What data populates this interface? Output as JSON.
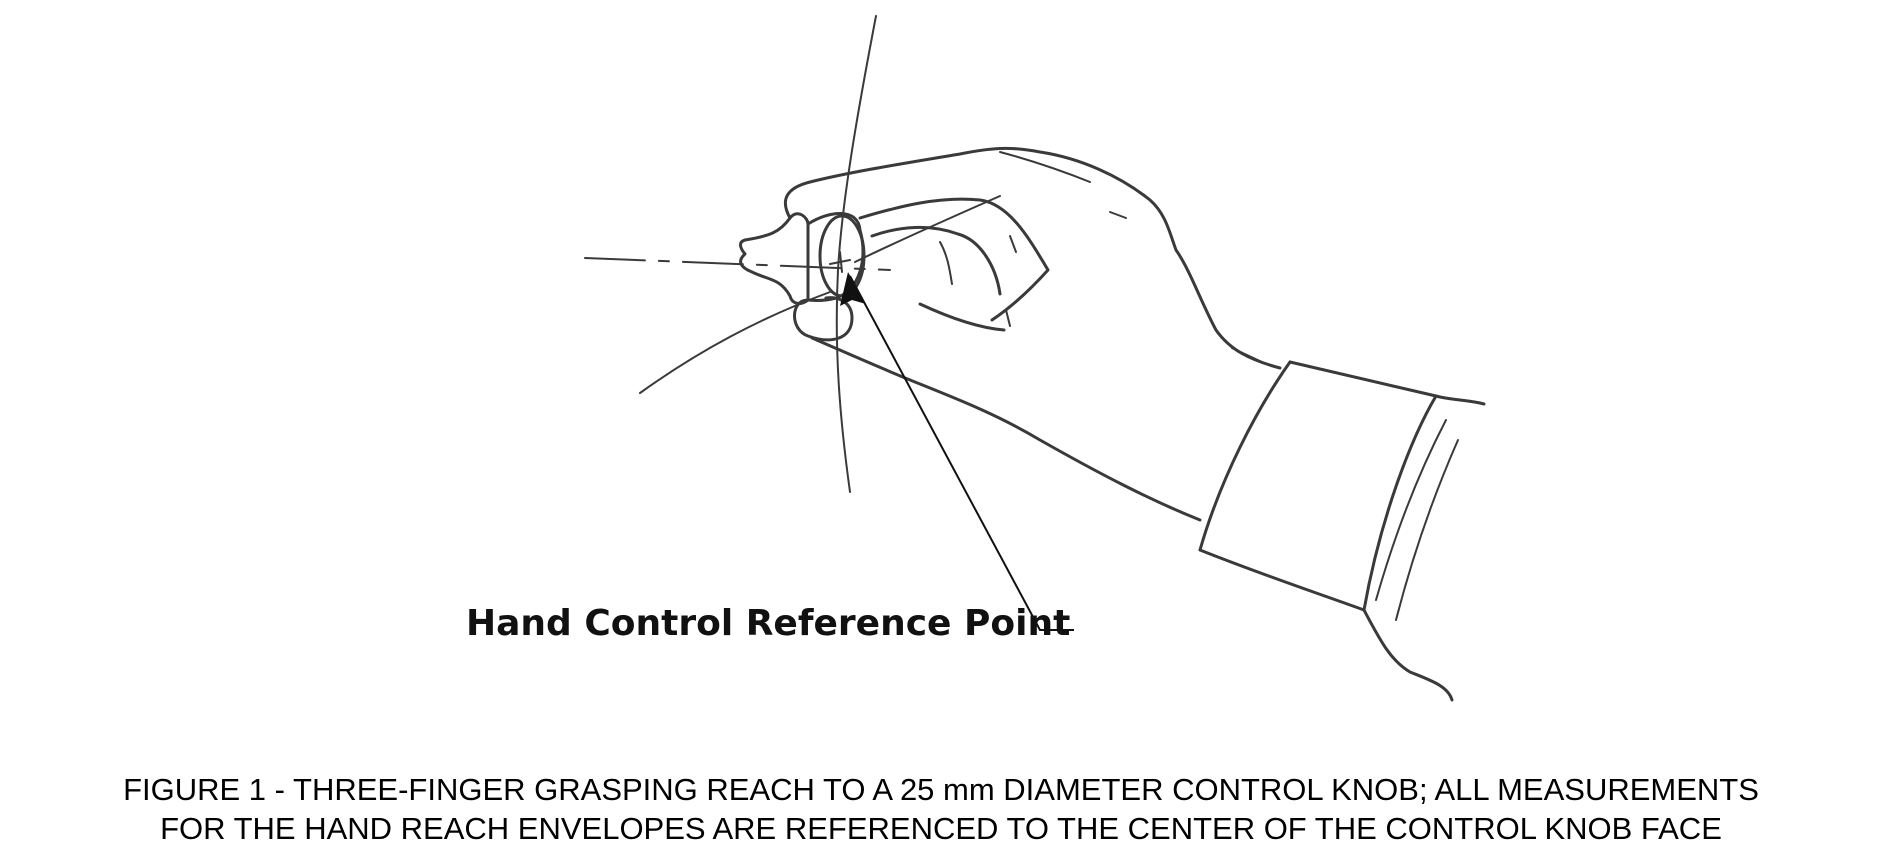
{
  "diagram": {
    "callout_label": "Hand Control Reference Point",
    "caption": {
      "line1": "FIGURE 1 - THREE-FINGER GRASPING REACH TO A 25 mm DIAMETER CONTROL KNOB; ALL MEASUREMENTS",
      "line2": "FOR THE HAND REACH ENVELOPES ARE REFERENCED TO THE CENTER OF THE CONTROL KNOB FACE"
    },
    "colors": {
      "line_art": "#3a3a3a",
      "text": "#000000",
      "background": "#ffffff"
    }
  }
}
